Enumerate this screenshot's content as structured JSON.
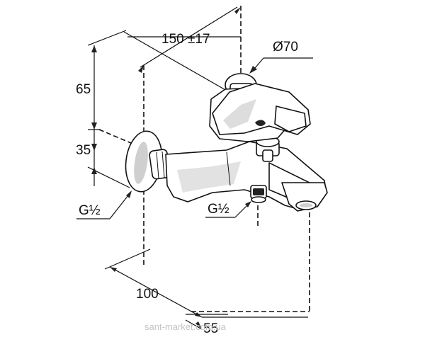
{
  "dimensions": {
    "width_offset": "150 ±17",
    "diameter": "Ø70",
    "height_upper": "65",
    "height_lower": "35",
    "thread_wall": "G½",
    "thread_outlet": "G½",
    "depth_spout": "100",
    "depth_outlet": "55"
  },
  "watermark": "sant-market.com.ua",
  "colors": {
    "line": "#111111",
    "shade": "#cfcfcf",
    "watermark": "#c4c4c4"
  }
}
